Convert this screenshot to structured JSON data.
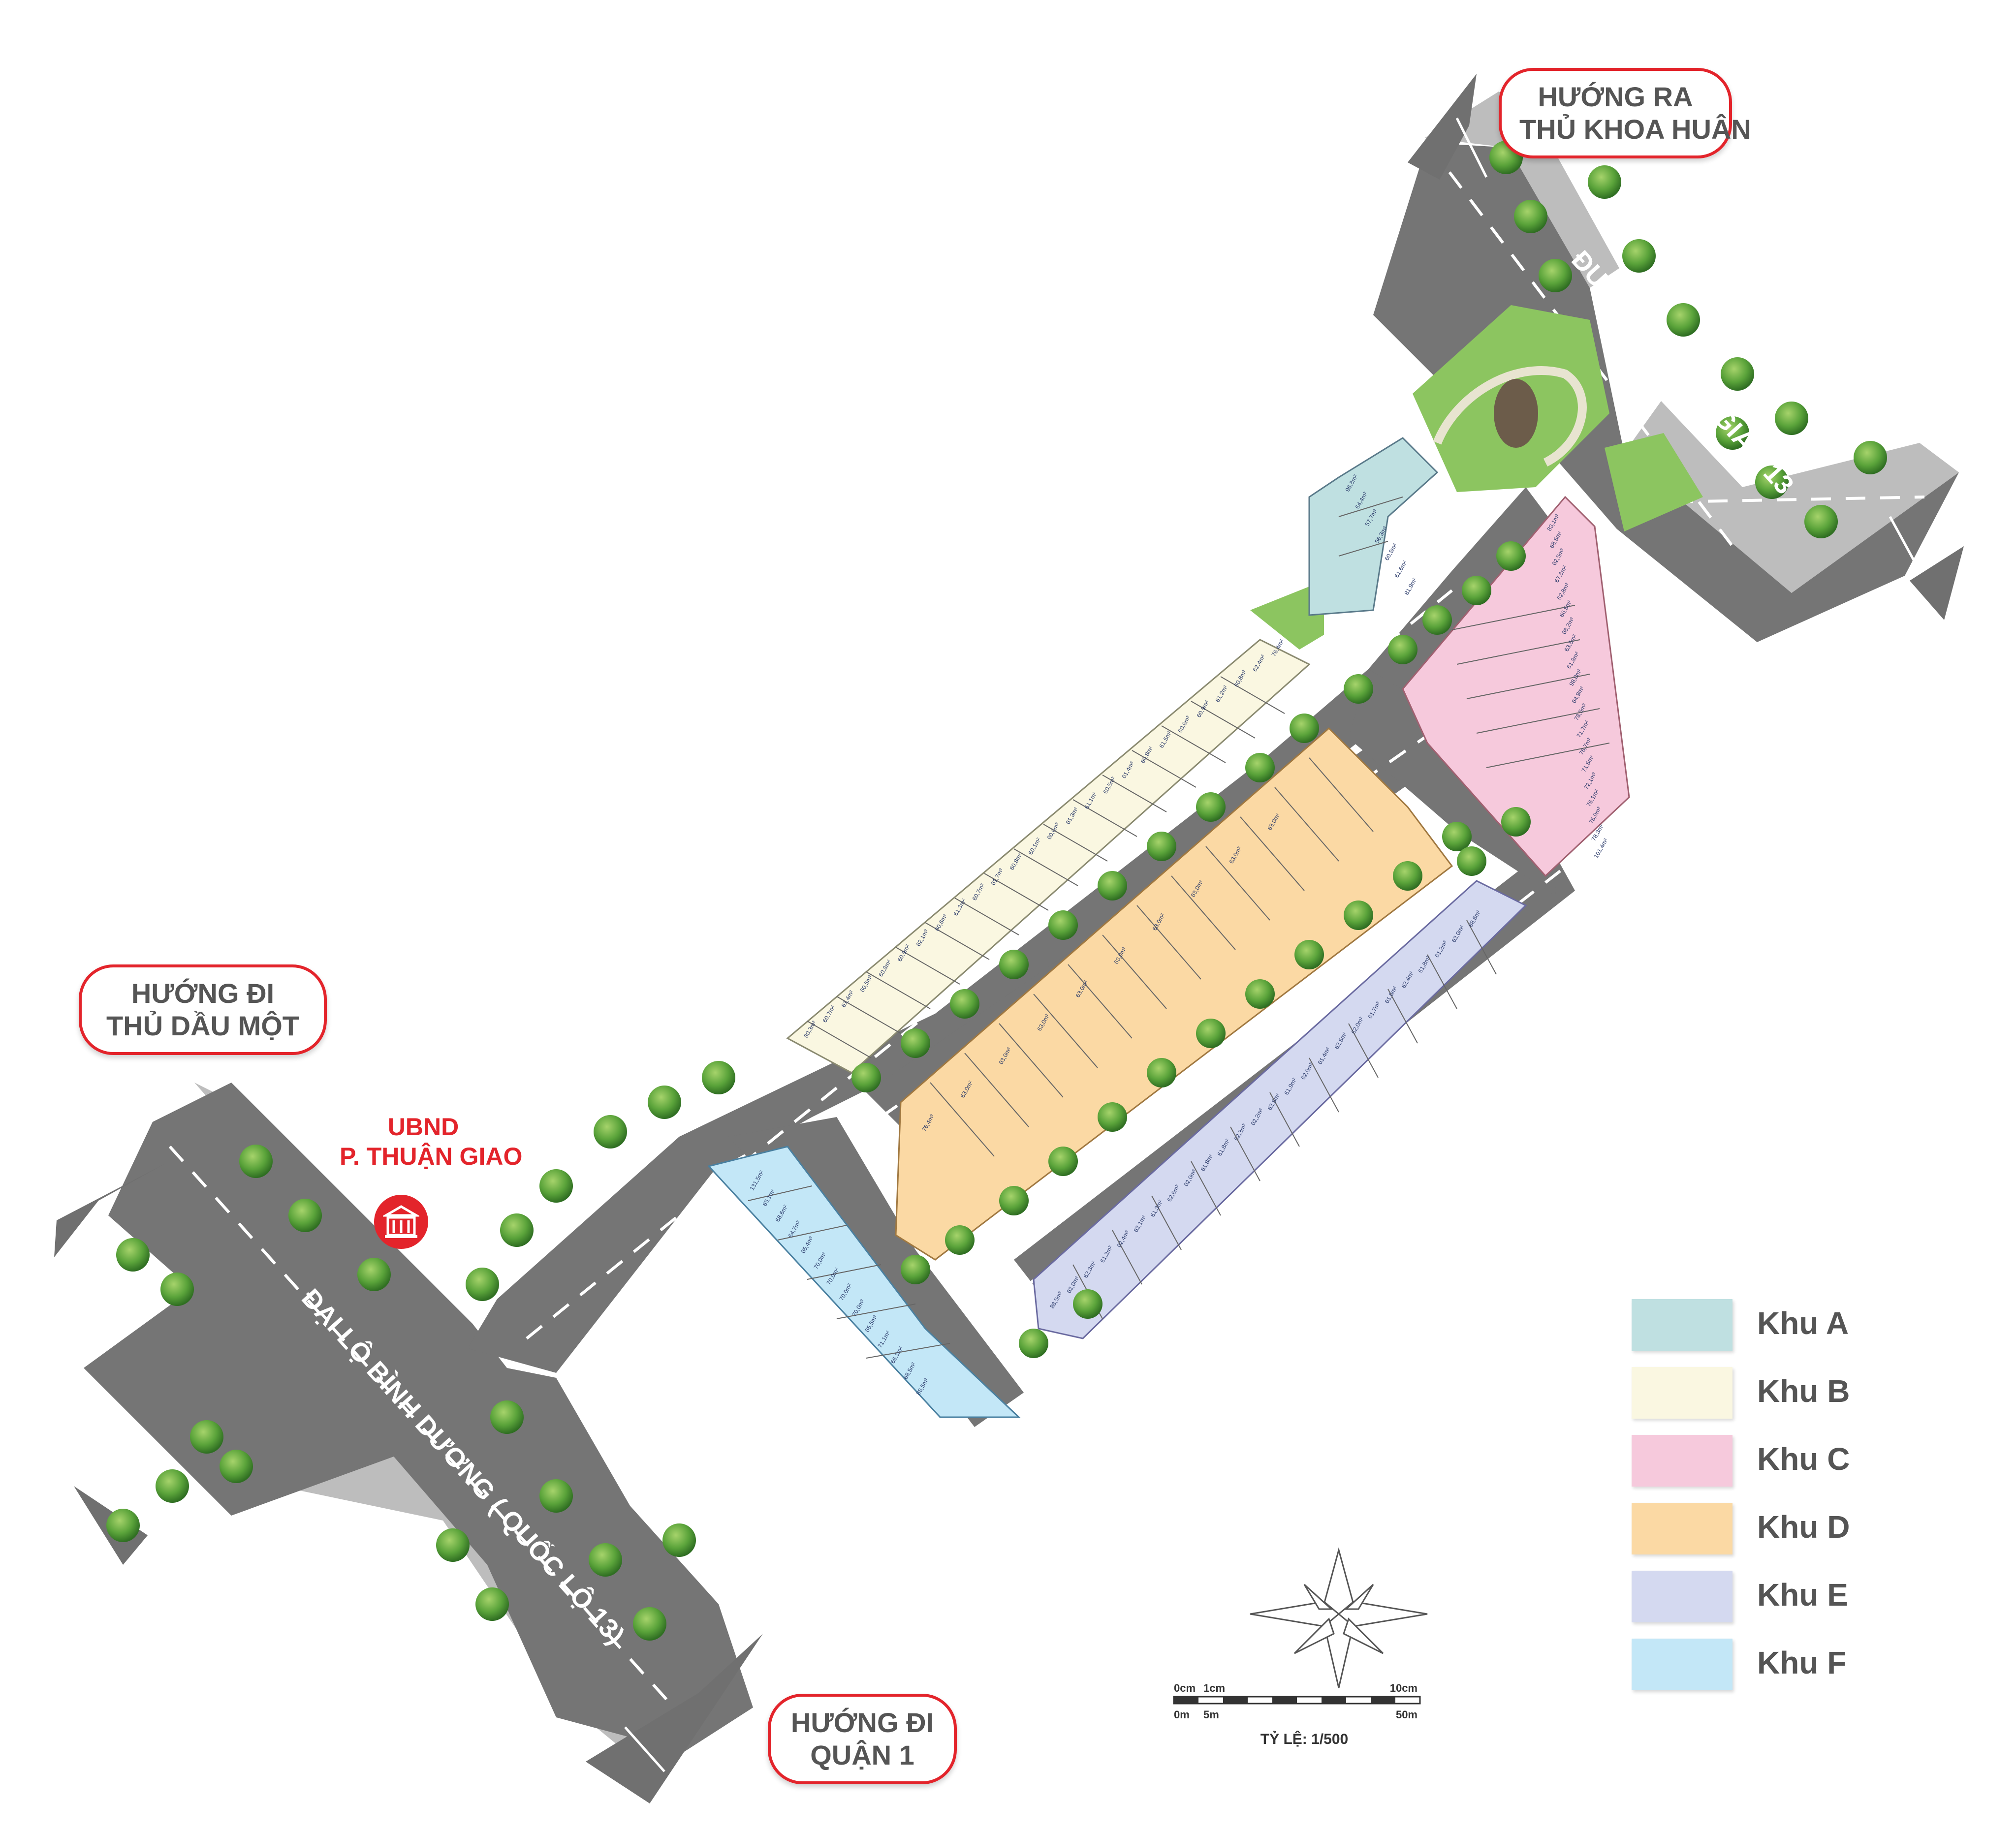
{
  "labels": {
    "thu_khoa_huan": [
      "HƯỚNG RA",
      "THỦ KHOA HUÂN"
    ],
    "thu_dau_mot": [
      "HƯỚNG ĐI",
      "THỦ DẦU MỘT"
    ],
    "quan_1": [
      "HƯỚNG ĐI",
      "QUẬN 1"
    ],
    "ubnd": [
      "UBND",
      "P. THUẬN GIAO"
    ],
    "road_thuan_giao": "ĐƯỜNG THUẬN GIAO 13",
    "road_binh_duong": "ĐẠI LỘ BÌNH DƯƠNG ( QUỐC LỘ 13)"
  },
  "legend": [
    {
      "label": "Khu A",
      "color": "#bfe0e1"
    },
    {
      "label": "Khu B",
      "color": "#faf7e1"
    },
    {
      "label": "Khu C",
      "color": "#f6c9dc"
    },
    {
      "label": "Khu D",
      "color": "#fbd9a4"
    },
    {
      "label": "Khu E",
      "color": "#d4d9f0"
    },
    {
      "label": "Khu F",
      "color": "#c3e7f7"
    }
  ],
  "scale": {
    "title": "TỶ LỆ: 1/500",
    "top_ticks": [
      "0cm",
      "1cm",
      "10cm"
    ],
    "bottom_ticks": [
      "0m",
      "5m",
      "50m"
    ]
  },
  "zones": {
    "A": {
      "lots": 7,
      "area_labels": [
        "96,8m²",
        "64,4m²",
        "57,7m²",
        "56,3m²",
        "60,8m²",
        "61,6m²",
        "81,9m²"
      ]
    },
    "B": {
      "lots": 26,
      "area_labels": [
        "80,3m²",
        "60,7m²",
        "61,4m²",
        "60,5m²",
        "60,8m²",
        "60,9m²",
        "62,1m²",
        "60,6m²",
        "61,3m²",
        "60,7m²",
        "61,7m²",
        "60,8m²",
        "60,1m²",
        "60,6m²",
        "61,3m²",
        "61,1m²",
        "60,5m²",
        "61,4m²",
        "60,8m²",
        "61,5m²",
        "60,6m²",
        "60,9m²",
        "61,2m²",
        "60,8m²",
        "62,4m²",
        "76,4m²"
      ]
    },
    "C": {
      "lots": 20,
      "area_labels": [
        "83,1m²",
        "68,5m²",
        "62,5m²",
        "67,8m²",
        "62,8m²",
        "66,5m²",
        "68,2m²",
        "63,5m²",
        "61,8m²",
        "98,0m²",
        "64,9m²",
        "78,5m²",
        "71,7m²",
        "76,7m²",
        "71,5m²",
        "72,1m²",
        "76,1m²",
        "75,9m²",
        "78,3m²",
        "101,4m²"
      ]
    },
    "D": {
      "lots": 60,
      "area_labels": [
        "76,4m²",
        "63,0m²",
        "63,0m²",
        "63,0m²",
        "63,0m²",
        "63,0m²",
        "63,0m²",
        "63,0m²",
        "63,0m²",
        "63,0m²"
      ]
    },
    "E": {
      "lots": 26,
      "area_labels": [
        "88,5m²",
        "62,0m²",
        "62,3m²",
        "61,2m²",
        "62,4m²",
        "62,1m²",
        "61,3m²",
        "62,6m²",
        "62,0m²",
        "61,8m²",
        "61,8m²",
        "62,3m²",
        "62,2m²",
        "62,5m²",
        "61,9m²",
        "62,0m²",
        "61,4m²",
        "62,5m²",
        "62,0m²",
        "61,7m²",
        "61,6m²",
        "62,4m²",
        "61,8m²",
        "61,2m²",
        "62,0m²",
        "88,6m²"
      ]
    },
    "F": {
      "lots": 14,
      "area_labels": [
        "131,5m²",
        "65,1m²",
        "68,6m²",
        "64,7m²",
        "65,4m²",
        "70,0m²",
        "70,0m²",
        "70,0m²",
        "70,0m²",
        "65,5m²",
        "71,1m²",
        "66,3m²",
        "68,5m²",
        "88,5m²"
      ]
    }
  }
}
